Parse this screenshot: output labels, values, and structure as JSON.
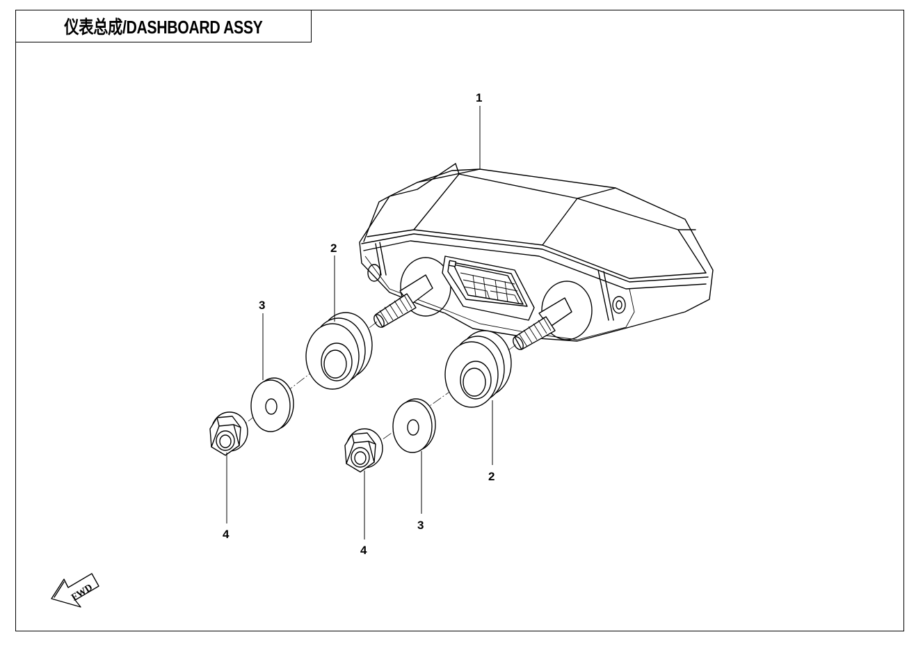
{
  "title": "仪表总成/DASHBOARD ASSY",
  "callouts": {
    "c1": "1",
    "c2a": "2",
    "c2b": "2",
    "c3a": "3",
    "c3b": "3",
    "c4a": "4",
    "c4b": "4"
  },
  "fwd_label": "FWD"
}
